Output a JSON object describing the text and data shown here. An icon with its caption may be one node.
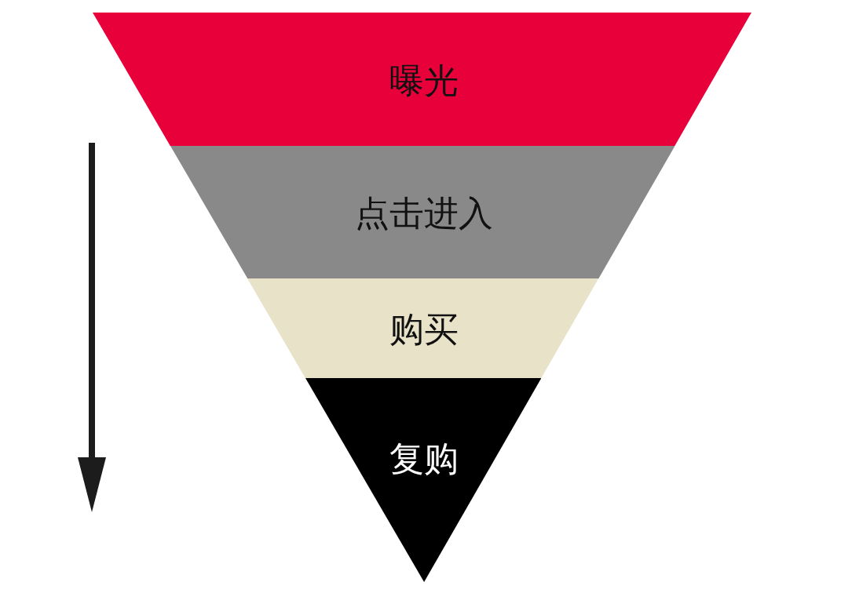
{
  "diagram": {
    "nodes": [
      {
        "text": [
          "曝光"
        ]
      },
      {
        "text": [
          "点击进入"
        ]
      },
      {
        "text": [
          "购买"
        ]
      },
      {
        "text": [
          "复购"
        ]
      }
    ]
  }
}
